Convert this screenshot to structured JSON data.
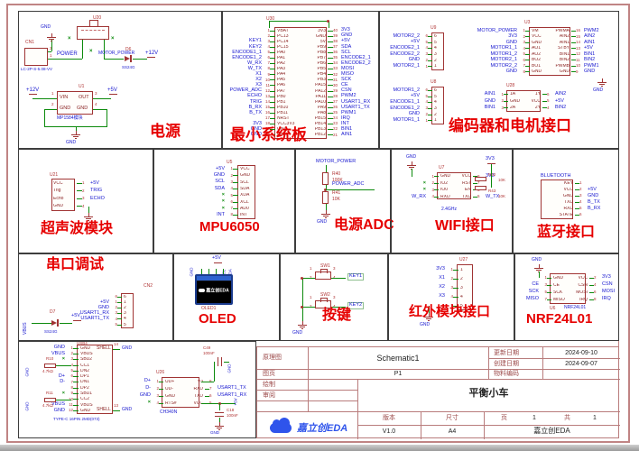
{
  "frame": {
    "cols": [
      "1",
      "2",
      "3",
      "4",
      "5",
      "6"
    ],
    "rows": [
      "A",
      "B",
      "C",
      "D"
    ]
  },
  "titles": {
    "power": "电源",
    "mcu": "最小系统板",
    "motor": "编码器和电机接口",
    "ultra": "超声波模块",
    "mpu": "MPU6050",
    "padc": "电源ADC",
    "wifi": "WIFI接口",
    "bt": "蓝牙接口",
    "serial": "串口调试",
    "oled": "OLED",
    "keys": "按键",
    "ir": "红外模块接口",
    "nrf": "NRF24L01"
  },
  "nets": {
    "gnd": "GND",
    "p5": "+5V",
    "p12": "+12V",
    "v33": "3V3",
    "power": "POWER",
    "motor_power": "MOTOR_POWER",
    "vbus": "VBUS"
  },
  "power": {
    "u20": "U20",
    "cn1": "CN1",
    "cn1_part": "LC-2P-S-5.08-VV",
    "cn1_pins": [
      "2",
      "1"
    ],
    "d6": "D6",
    "d6_part": "SS24G",
    "u1": "U1",
    "u1_part": "MP1584模块",
    "u1_names": [
      "VIN",
      "OUT",
      "GND",
      "GND"
    ],
    "u1_pins": [
      "1",
      "3",
      "2",
      "4"
    ]
  },
  "mcu": {
    "ref": "U30",
    "rows": [
      {
        "ln": "1",
        "lnet": "",
        "lname": "VBAT",
        "rname": "3V3",
        "rn": "40",
        "rnet": "3V3"
      },
      {
        "ln": "2",
        "lnet": "",
        "lname": "PC13",
        "rname": "GND",
        "rn": "39",
        "rnet": "GND"
      },
      {
        "ln": "3",
        "lnet": "KEY1",
        "lname": "PC14",
        "rname": "5V",
        "rn": "38",
        "rnet": "+5V"
      },
      {
        "ln": "4",
        "lnet": "KEY2",
        "lname": "PC15",
        "rname": "PB9",
        "rn": "37",
        "rnet": "SDA"
      },
      {
        "ln": "5",
        "lnet": "ENCODE1_1",
        "lname": "PA0",
        "rname": "PB8",
        "rn": "36",
        "rnet": "SCL"
      },
      {
        "ln": "6",
        "lnet": "ENCODE1_2",
        "lname": "PA1",
        "rname": "PB7",
        "rn": "35",
        "rnet": "ENCODE2_1"
      },
      {
        "ln": "7",
        "lnet": "W_RX",
        "lname": "PA2",
        "rname": "PB6",
        "rn": "34",
        "rnet": "ENCODE2_2"
      },
      {
        "ln": "8",
        "lnet": "W_TX",
        "lname": "PA3",
        "rname": "PB5",
        "rn": "33",
        "rnet": "MOSI"
      },
      {
        "ln": "9",
        "lnet": "X1",
        "lname": "PA4",
        "rname": "PB4",
        "rn": "32",
        "rnet": "MISO"
      },
      {
        "ln": "10",
        "lnet": "X2",
        "lname": "PA5",
        "rname": "PB3",
        "rn": "31",
        "rnet": "SCK"
      },
      {
        "ln": "11",
        "lnet": "X3",
        "lname": "PA6",
        "rname": "PA15",
        "rn": "30",
        "rnet": "CE"
      },
      {
        "ln": "12",
        "lnet": "POWER_ADC",
        "lname": "PA7",
        "rname": "PA12",
        "rn": "29",
        "rnet": "CSN"
      },
      {
        "ln": "13",
        "lnet": "ECHO",
        "lname": "PB0",
        "rname": "PA11",
        "rn": "28",
        "rnet": "PWM2"
      },
      {
        "ln": "14",
        "lnet": "TRIG",
        "lname": "PB1",
        "rname": "PA10",
        "rn": "27",
        "rnet": "USART1_RX"
      },
      {
        "ln": "15",
        "lnet": "B_RX",
        "lname": "PB10",
        "rname": "PA9",
        "rn": "26",
        "rnet": "USART1_TX"
      },
      {
        "ln": "16",
        "lnet": "B_TX",
        "lname": "PB11",
        "rname": "PA8",
        "rn": "25",
        "rnet": "PWM1"
      },
      {
        "ln": "17",
        "lnet": "",
        "lname": "NRST",
        "rname": "PB15",
        "rn": "24",
        "rnet": "IRQ"
      },
      {
        "ln": "18",
        "lnet": "3V3",
        "lname": "VCC3V3",
        "rname": "PB14",
        "rn": "23",
        "rnet": "INT"
      },
      {
        "ln": "19",
        "lnet": "GND",
        "lname": "GND",
        "rname": "PB13",
        "rn": "22",
        "rnet": "BIN1"
      },
      {
        "ln": "20",
        "lnet": "GND",
        "lname": "GND",
        "rname": "PB12",
        "rn": "21",
        "rnet": "AIN1"
      }
    ]
  },
  "motor": {
    "u9": "U9",
    "u9_rows": [
      {
        "net": "MOTOR2_2",
        "n": "6"
      },
      {
        "net": "+5V",
        "n": "5"
      },
      {
        "net": "ENCODE2_1",
        "n": "4"
      },
      {
        "net": "ENCODE2_2",
        "n": "3"
      },
      {
        "net": "GND",
        "n": "2"
      },
      {
        "net": "MOTOR2_1",
        "n": "1"
      }
    ],
    "u8": "U8",
    "u8_rows": [
      {
        "net": "MOTOR1_2",
        "n": "6"
      },
      {
        "net": "+5V",
        "n": "5"
      },
      {
        "net": "ENCODE1_1",
        "n": "4"
      },
      {
        "net": "ENCODE1_2",
        "n": "3"
      },
      {
        "net": "GND",
        "n": "2"
      },
      {
        "net": "MOTOR1_1",
        "n": "1"
      }
    ],
    "u3": "U3",
    "u3_rows": [
      {
        "ln": "1",
        "lnet": "MOTOR_POWER",
        "lname": "VM",
        "rname": "PWMA",
        "rn": "16",
        "rnet": "PWM2"
      },
      {
        "ln": "2",
        "lnet": "3V3",
        "lname": "VCC",
        "rname": "AIN2",
        "rn": "15",
        "rnet": "AIN2"
      },
      {
        "ln": "3",
        "lnet": "GND",
        "lname": "GND",
        "rname": "AIN1",
        "rn": "14",
        "rnet": "AIN1"
      },
      {
        "ln": "4",
        "lnet": "MOTOR1_1",
        "lname": "AO1",
        "rname": "STBY",
        "rn": "13",
        "rnet": "+5V"
      },
      {
        "ln": "5",
        "lnet": "MOTOR1_2",
        "lname": "AO2",
        "rname": "BIN1",
        "rn": "12",
        "rnet": "BIN1"
      },
      {
        "ln": "6",
        "lnet": "MOTOR2_1",
        "lname": "BO2",
        "rname": "BIN2",
        "rn": "11",
        "rnet": "BIN2"
      },
      {
        "ln": "7",
        "lnet": "MOTOR2_2",
        "lname": "BO1",
        "rname": "PWMB",
        "rn": "10",
        "rnet": "PWM1"
      },
      {
        "ln": "8",
        "lnet": "GND",
        "lname": "GND",
        "rname": "GND",
        "rn": "9",
        "rnet": "GND"
      }
    ],
    "u28": "U28",
    "u28_rows": [
      {
        "ln": "1",
        "lnet": "AIN1",
        "lname": "1A",
        "rname": "1Y",
        "rn": "6",
        "rnet": "AIN2"
      },
      {
        "ln": "2",
        "lnet": "GND",
        "lname": "GND",
        "rname": "VCC",
        "rn": "5",
        "rnet": "+5V"
      },
      {
        "ln": "3",
        "lnet": "BIN1",
        "lname": "2A",
        "rname": "2Y",
        "rn": "4",
        "rnet": "BIN2"
      }
    ]
  },
  "ultra": {
    "ref": "U21",
    "rows": [
      {
        "name": "VCC",
        "n": "1",
        "net": "+5V"
      },
      {
        "name": "Trig",
        "n": "2",
        "net": "TRIG"
      },
      {
        "name": "Echo",
        "n": "3",
        "net": "ECHO"
      },
      {
        "name": "GND",
        "n": "4",
        "net": ""
      }
    ]
  },
  "mpu": {
    "ref": "U5",
    "rows": [
      {
        "net": "+5V",
        "n": "1",
        "name": "VCC"
      },
      {
        "net": "GND",
        "n": "2",
        "name": "GND"
      },
      {
        "net": "SCL",
        "n": "3",
        "name": "SCL"
      },
      {
        "net": "SDA",
        "n": "4",
        "name": "SDA"
      },
      {
        "net": "×",
        "n": "5",
        "name": "XDA"
      },
      {
        "net": "×",
        "n": "6",
        "name": "XCL"
      },
      {
        "net": "×",
        "n": "7",
        "name": "AD0"
      },
      {
        "net": "INT",
        "n": "8",
        "name": "INT"
      }
    ]
  },
  "padc": {
    "top": "MOTOR_POWER",
    "r40": "R40",
    "r40v": "100K",
    "tap": "POWER_ADC",
    "r41": "R41",
    "r41v": "10K",
    "gnd": "GND"
  },
  "wifi": {
    "ref": "U7",
    "freq": "2.4GHz",
    "gnd": "GND",
    "v33": "3V3",
    "r42": "R42",
    "r42v": "10K",
    "r43": "R43",
    "r43v": "10K",
    "rows": [
      {
        "lnet": "",
        "ln": "1",
        "lname": "GND",
        "rname": "VCC",
        "rn": "8",
        "rnet": "3V3"
      },
      {
        "lnet": "×",
        "ln": "2",
        "lname": "IO2",
        "rname": "RST",
        "rn": "7",
        "rnet": ""
      },
      {
        "lnet": "×",
        "ln": "3",
        "lname": "IO0",
        "rname": "EN",
        "rn": "6",
        "rnet": ""
      },
      {
        "lnet": "W_RX",
        "ln": "4",
        "lname": "RXD",
        "rname": "TXD",
        "rn": "5",
        "rnet": "W_TX"
      }
    ]
  },
  "bt": {
    "name": "BLUETOOTH",
    "rows": [
      {
        "name": "KEY",
        "n": "1",
        "net": ""
      },
      {
        "name": "VCC",
        "n": "2",
        "net": "+5V"
      },
      {
        "name": "GND",
        "n": "3",
        "net": "GND"
      },
      {
        "name": "TXD",
        "n": "4",
        "net": "B_TX"
      },
      {
        "name": "RXD",
        "n": "5",
        "net": "B_RX"
      },
      {
        "name": "STATE",
        "n": "6",
        "net": ""
      }
    ]
  },
  "serial": {
    "cn2": "CN2",
    "d7": "D7",
    "d7_part": "SS24G",
    "vbus": "VBUS",
    "p5": "+5V",
    "cn2_rows": [
      {
        "net": "",
        "n": "6"
      },
      {
        "net": "+5V",
        "n": "1"
      },
      {
        "net": "GND",
        "n": "2"
      },
      {
        "net": "USART1_RX",
        "n": "3"
      },
      {
        "net": "USART1_TX",
        "n": "4"
      },
      {
        "net": "",
        "n": "5"
      }
    ]
  },
  "usb": {
    "ref": "USB4",
    "part": "TYPE-C 16PIN 2MD(073)",
    "r10": "R10",
    "r10v": "4.7kΩ",
    "r11": "R11",
    "r11v": "4.7kΩ",
    "gnd": "GND",
    "shell_top": {
      "name": "SHELL",
      "n": "14",
      "net": "GND"
    },
    "shell_bot": {
      "name": "SHELL",
      "n": "13",
      "net": "GND"
    },
    "rows": [
      {
        "net": "GND",
        "n": "1",
        "name": "GND"
      },
      {
        "net": "VBUS",
        "n": "2",
        "name": "VBUS"
      },
      {
        "net": "×",
        "n": "3",
        "name": "SBU2"
      },
      {
        "net": "",
        "n": "4",
        "name": "CC1"
      },
      {
        "net": "",
        "n": "5",
        "name": "DN2"
      },
      {
        "net": "D+",
        "n": "6",
        "name": "DP1"
      },
      {
        "net": "D-",
        "n": "7",
        "name": "DN1"
      },
      {
        "net": "",
        "n": "8",
        "name": "DP2"
      },
      {
        "net": "×",
        "n": "9",
        "name": "SBU1"
      },
      {
        "net": "",
        "n": "10",
        "name": "CC2"
      },
      {
        "net": "VBUS",
        "n": "11",
        "name": "VBUS"
      },
      {
        "net": "GND",
        "n": "12",
        "name": "GND"
      }
    ]
  },
  "ch340": {
    "ref": "U26",
    "part": "CH340N",
    "c49": "C49",
    "c49v": "100nF",
    "c18": "C18",
    "c18v": "100nF",
    "p5": "+5V",
    "gnd": "GND",
    "rows": [
      {
        "lnet": "D+",
        "ln": "1",
        "lname": "UD+",
        "rname": "V3",
        "rn": "8",
        "rnet": ""
      },
      {
        "lnet": "D-",
        "ln": "2",
        "lname": "UD-",
        "rname": "RXD",
        "rn": "7",
        "rnet": "USART1_TX"
      },
      {
        "lnet": "GND",
        "ln": "3",
        "lname": "GND",
        "rname": "TXD",
        "rn": "6",
        "rnet": "USART1_RX"
      },
      {
        "lnet": "×",
        "ln": "4",
        "lname": "RTS#",
        "rname": "VCC",
        "rn": "5",
        "rnet": ""
      }
    ]
  },
  "oled": {
    "ref": "OLED1",
    "logo": "嘉立创EDA",
    "p5": "+5V",
    "gnd": "GND",
    "scl": "SCL",
    "sda": "SDA"
  },
  "keys": {
    "sw1": "SW1",
    "sw2": "SW2",
    "pins": [
      "1",
      "2",
      "3",
      "4"
    ],
    "net1": "KEY1",
    "net2": "KEY2",
    "gnd": "GND"
  },
  "ir": {
    "ref": "U27",
    "gnd": "GND",
    "rows": [
      {
        "net": "3V3",
        "n": "1"
      },
      {
        "net": "X1",
        "n": "2"
      },
      {
        "net": "X2",
        "n": "3"
      },
      {
        "net": "X3",
        "n": "4"
      },
      {
        "net": "",
        "n": "5"
      }
    ]
  },
  "nrf": {
    "ref": "U6",
    "part": "NRF24L01",
    "gnd": "GND",
    "rows": [
      {
        "lnet": "",
        "ln": "1",
        "lname": "GND",
        "rname": "VCC",
        "rn": "2",
        "rnet": "3V3"
      },
      {
        "lnet": "CE",
        "ln": "3",
        "lname": "CE",
        "rname": "CSN",
        "rn": "4",
        "rnet": "CSN"
      },
      {
        "lnet": "SCK",
        "ln": "5",
        "lname": "SCK",
        "rname": "MOSI",
        "rn": "6",
        "rnet": "MOSI"
      },
      {
        "lnet": "MISO",
        "ln": "7",
        "lname": "MISO",
        "rname": "IRQ",
        "rn": "8",
        "rnet": "IRQ"
      }
    ]
  },
  "titleblock": {
    "labels": {
      "schematic": "原理图",
      "page": "图页",
      "draw": "绘制",
      "review": "审阅",
      "updated": "更新日期",
      "created": "创建日期",
      "material": "物料编码",
      "version": "版本",
      "size": "尺寸",
      "pageno": "页",
      "of": "共"
    },
    "values": {
      "name": "Schematic1",
      "page": "P1",
      "updated": "2024-09-10",
      "created": "2024-09-07",
      "project": "平衡小车",
      "version": "V1.0",
      "size": "A4",
      "page_num": "1",
      "page_total": "1",
      "company": "嘉立创EDA",
      "logo_text": "嘉立创EDA"
    }
  }
}
